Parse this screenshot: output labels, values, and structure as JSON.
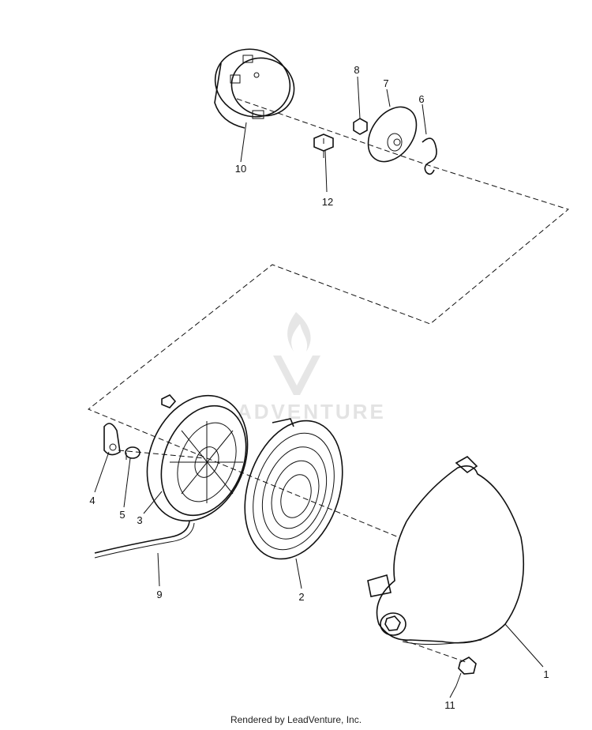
{
  "watermark": {
    "text": "ADVENTURE"
  },
  "footer": {
    "text": "Rendered by LeadVenture, Inc."
  },
  "callouts": [
    {
      "id": "1",
      "label": "1"
    },
    {
      "id": "2",
      "label": "2"
    },
    {
      "id": "3",
      "label": "3"
    },
    {
      "id": "4",
      "label": "4"
    },
    {
      "id": "5",
      "label": "5"
    },
    {
      "id": "6",
      "label": "6"
    },
    {
      "id": "7",
      "label": "7"
    },
    {
      "id": "8",
      "label": "8"
    },
    {
      "id": "9",
      "label": "9"
    },
    {
      "id": "10",
      "label": "10"
    },
    {
      "id": "11",
      "label": "11"
    },
    {
      "id": "12",
      "label": "12"
    }
  ]
}
